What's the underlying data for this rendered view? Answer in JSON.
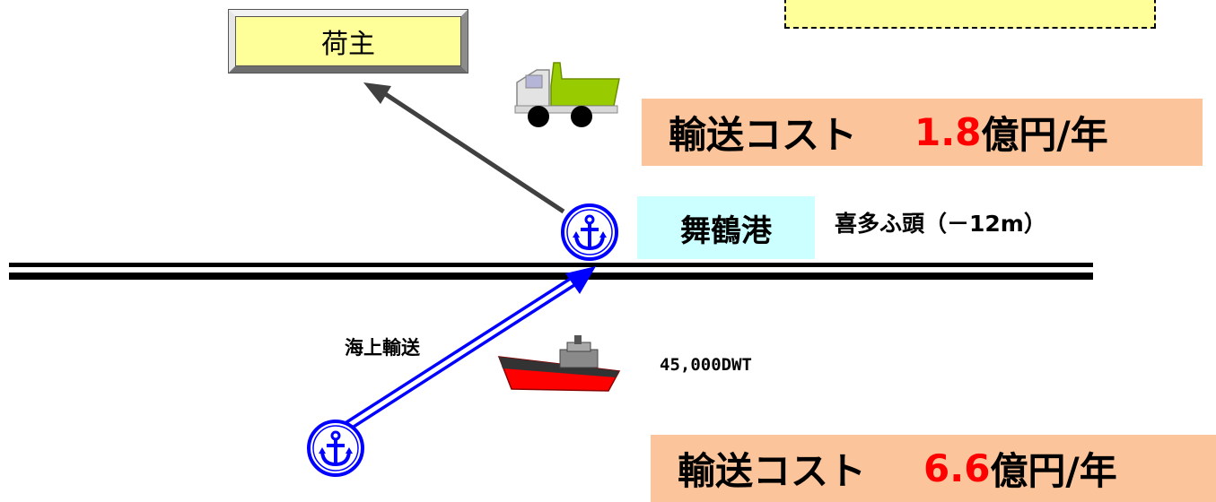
{
  "shipper": {
    "label": "荷主"
  },
  "port": {
    "name": "舞鶴港",
    "berth": "喜多ふ頭（－12m）"
  },
  "sea_transport": {
    "label": "海上輸送"
  },
  "vessel": {
    "size": "45,000DWT"
  },
  "costs": {
    "upper": {
      "label": "輸送コスト",
      "value": "1.8",
      "unit": "億円/年"
    },
    "lower": {
      "label": "輸送コスト",
      "value": "6.6",
      "unit": "億円/年"
    }
  },
  "colors": {
    "shipper_fill": "#ffff99",
    "cost_panel": "#fbc49a",
    "cost_value": "#ff0000",
    "port_fill": "#ccffff",
    "anchor_blue": "#0000ff",
    "truck_bed": "#99cc00",
    "ship_hull": "#ff0000"
  },
  "icons": [
    "truck-icon",
    "anchor-icon",
    "ship-icon"
  ]
}
